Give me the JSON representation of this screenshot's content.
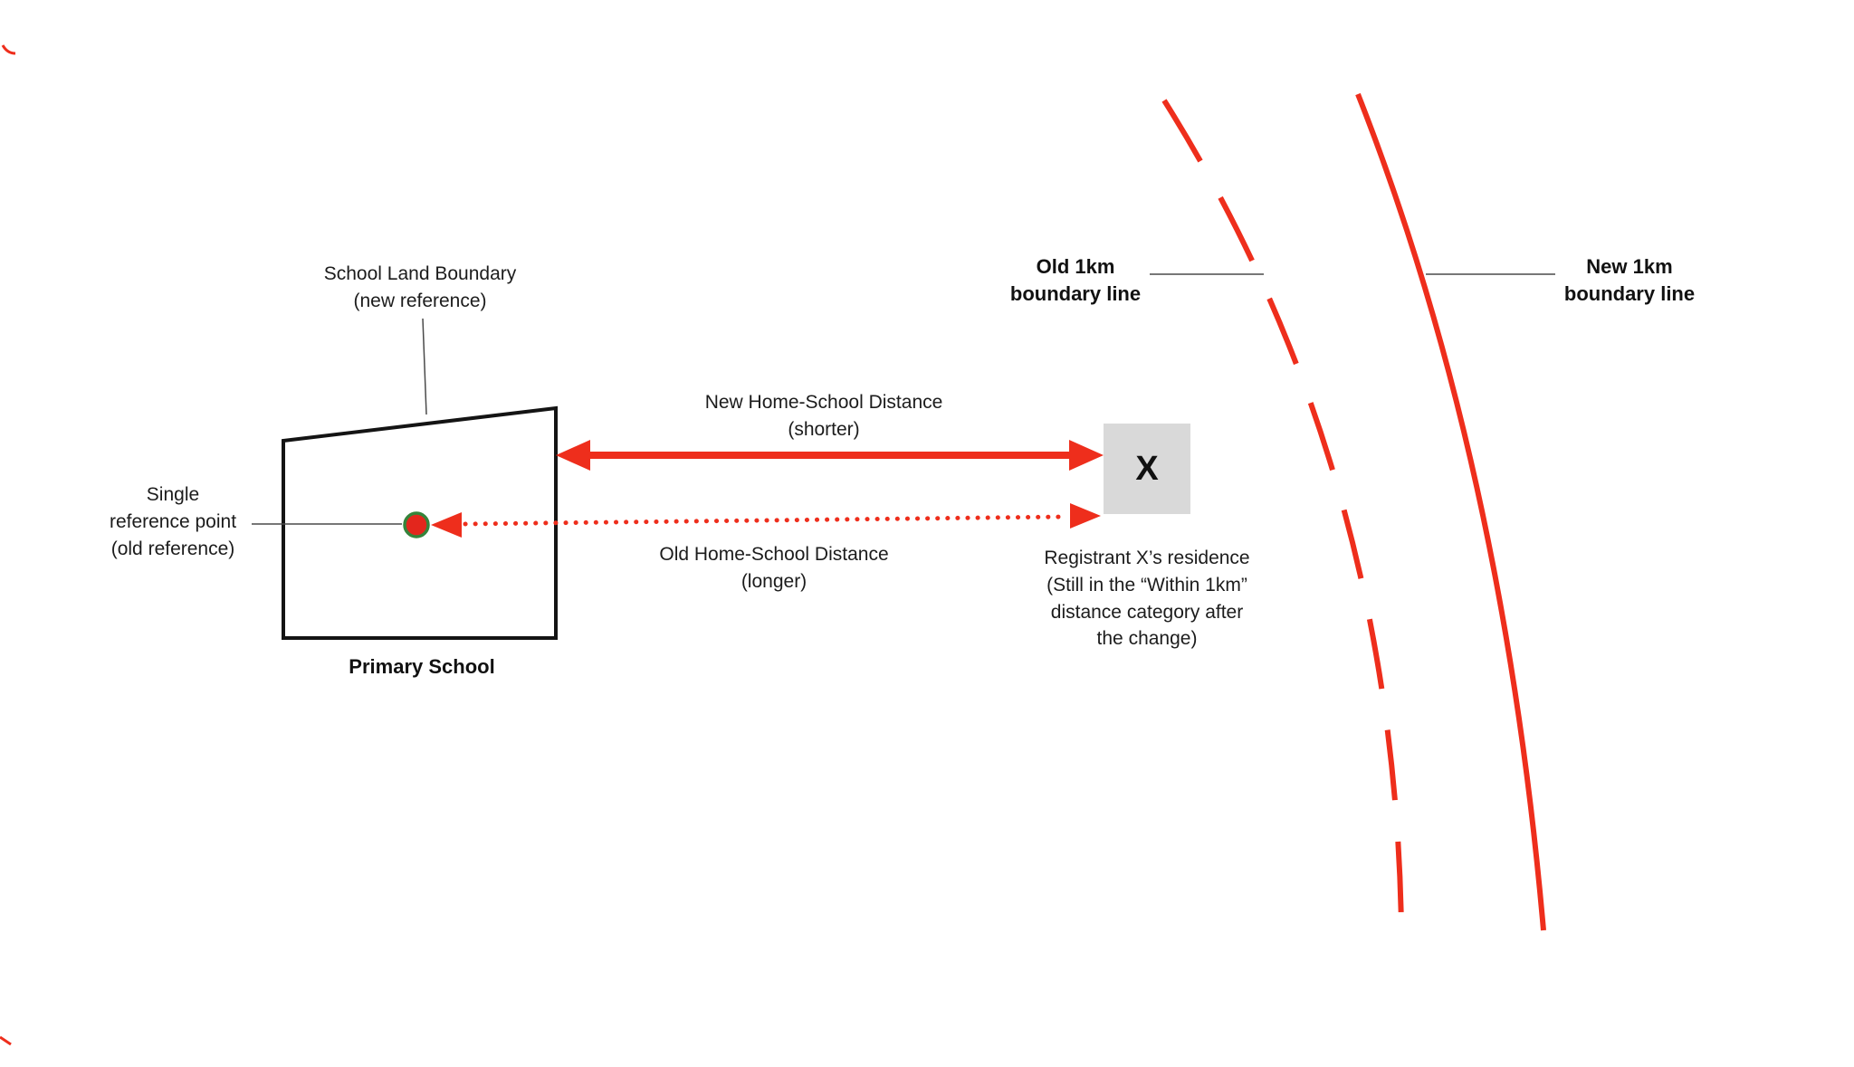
{
  "colors": {
    "accent_red": "#ee2e1c",
    "residence_fill": "#d9d9d9",
    "outline_black": "#141414",
    "dot_fill": "#e3261d",
    "dot_ring_green": "#35843b",
    "leader_line_gray": "#4a4a4a",
    "text_ink": "#1c1c1c"
  },
  "labels": {
    "school_boundary": "School Land Boundary\n(new reference)",
    "reference_point": "Single\nreference point\n(old reference)",
    "new_distance": "New Home-School Distance\n(shorter)",
    "old_distance": "Old Home-School Distance\n(longer)",
    "primary_school": "Primary School",
    "residence_x": "X",
    "residence_caption": "Registrant X’s residence\n(Still in the “Within 1km”\ndistance category after\nthe change)",
    "old_boundary": "Old 1km\nboundary line",
    "new_boundary": "New 1km\nboundary line"
  },
  "shapes": {
    "school_plot": "quadrilateral-black-outline",
    "reference_dot": "red-dot-with-green-ring",
    "new_distance_arrow": "solid-red-double-headed-arrow",
    "old_distance_arrow": "dotted-red-double-headed-arrow",
    "old_boundary_curve": "dashed-red-arc",
    "new_boundary_curve": "solid-red-arc"
  }
}
